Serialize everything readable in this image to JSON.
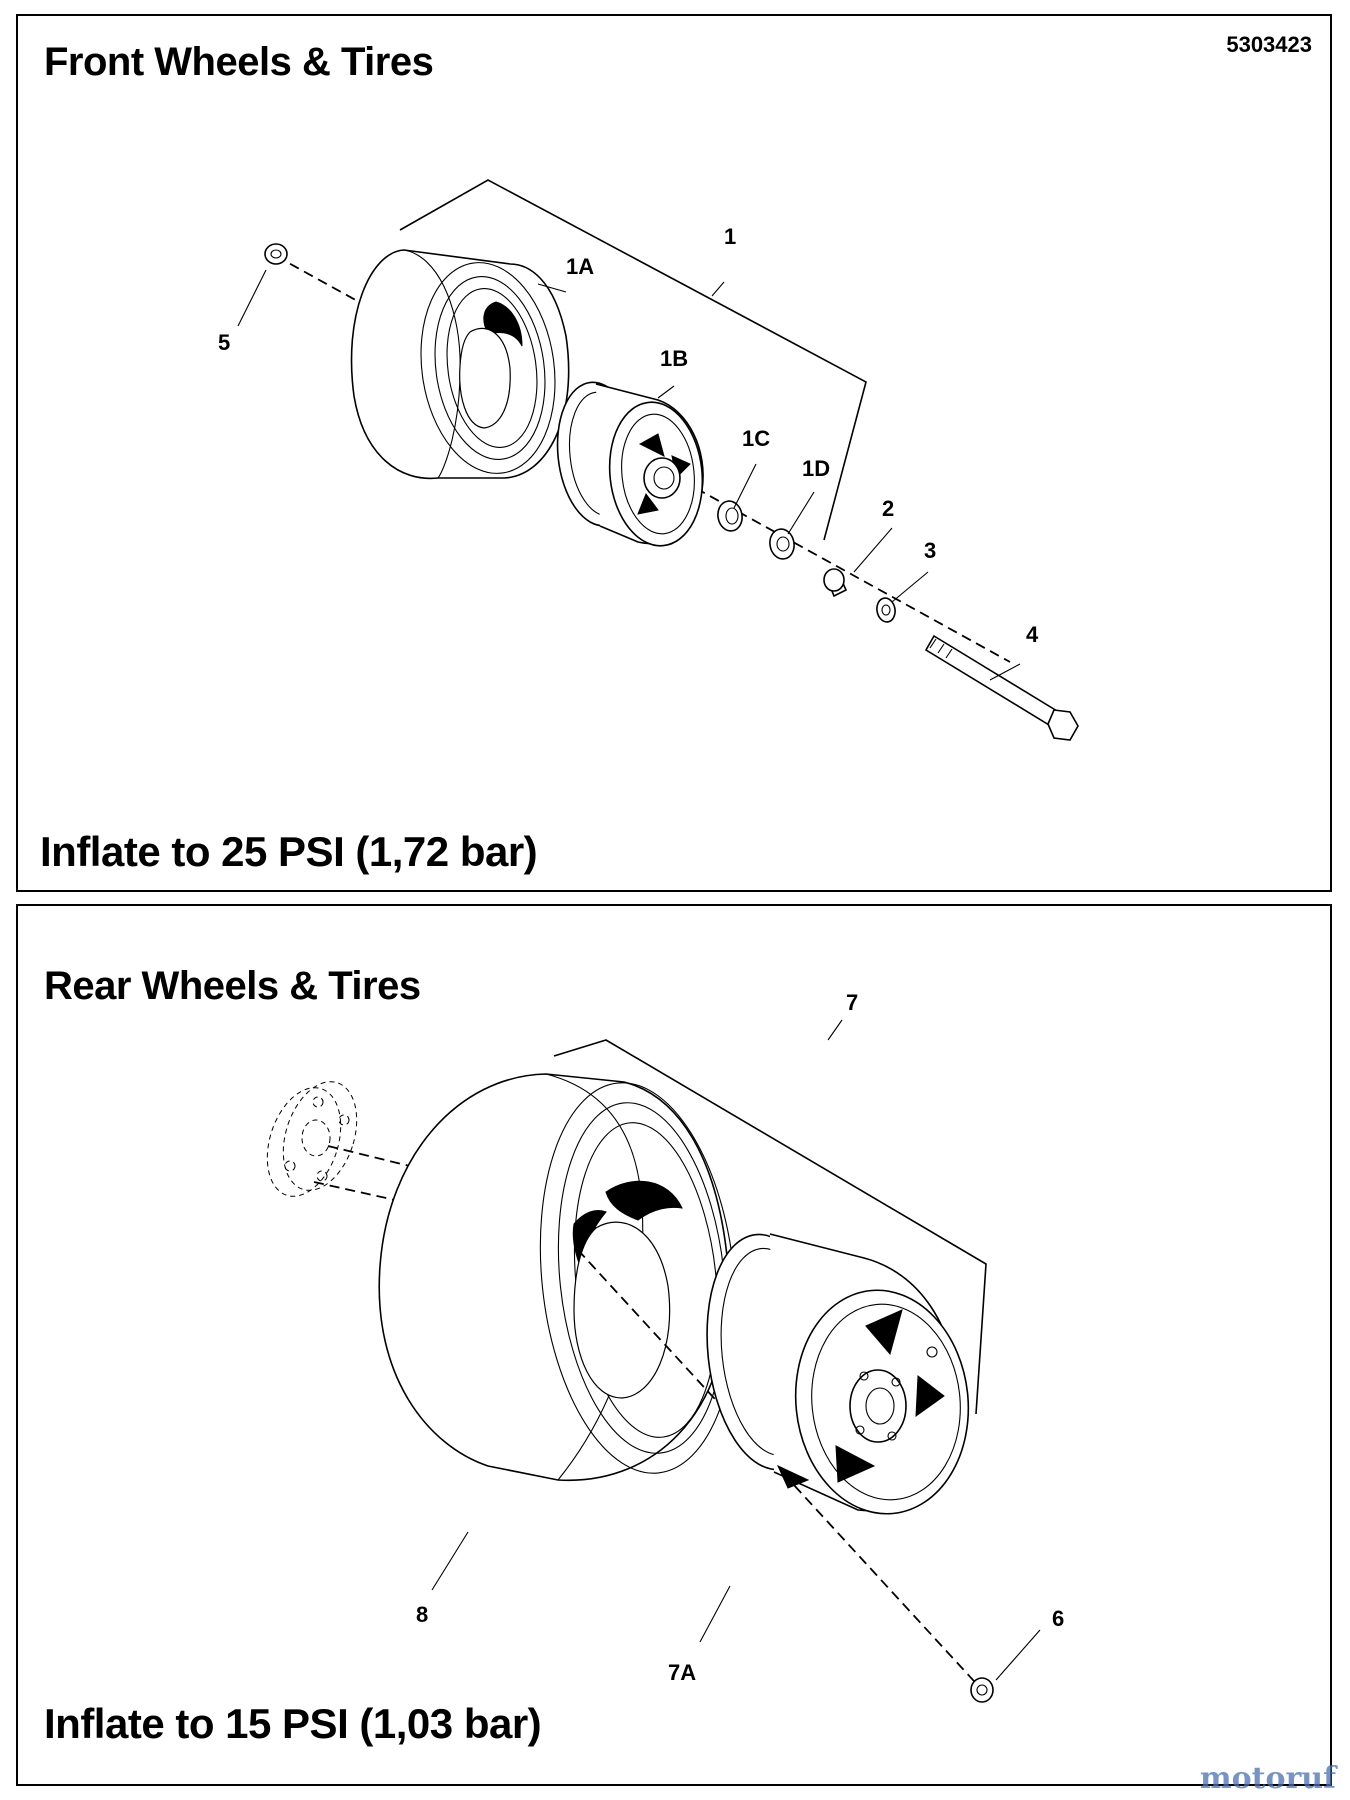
{
  "document": {
    "number": "5303423"
  },
  "front": {
    "title": "Front Wheels & Tires",
    "inflate": "Inflate to 25 PSI (1,72 bar)",
    "callouts": {
      "c1": "1",
      "c1A": "1A",
      "c1B": "1B",
      "c1C": "1C",
      "c1D": "1D",
      "c2": "2",
      "c3": "3",
      "c4": "4",
      "c5": "5"
    }
  },
  "rear": {
    "title": "Rear Wheels & Tires",
    "inflate": "Inflate to 15 PSI (1,03 bar)",
    "callouts": {
      "c6": "6",
      "c7": "7",
      "c7A": "7A",
      "c8": "8"
    }
  },
  "watermark": {
    "text": "motoruf",
    "color": "#4a6fb0"
  }
}
